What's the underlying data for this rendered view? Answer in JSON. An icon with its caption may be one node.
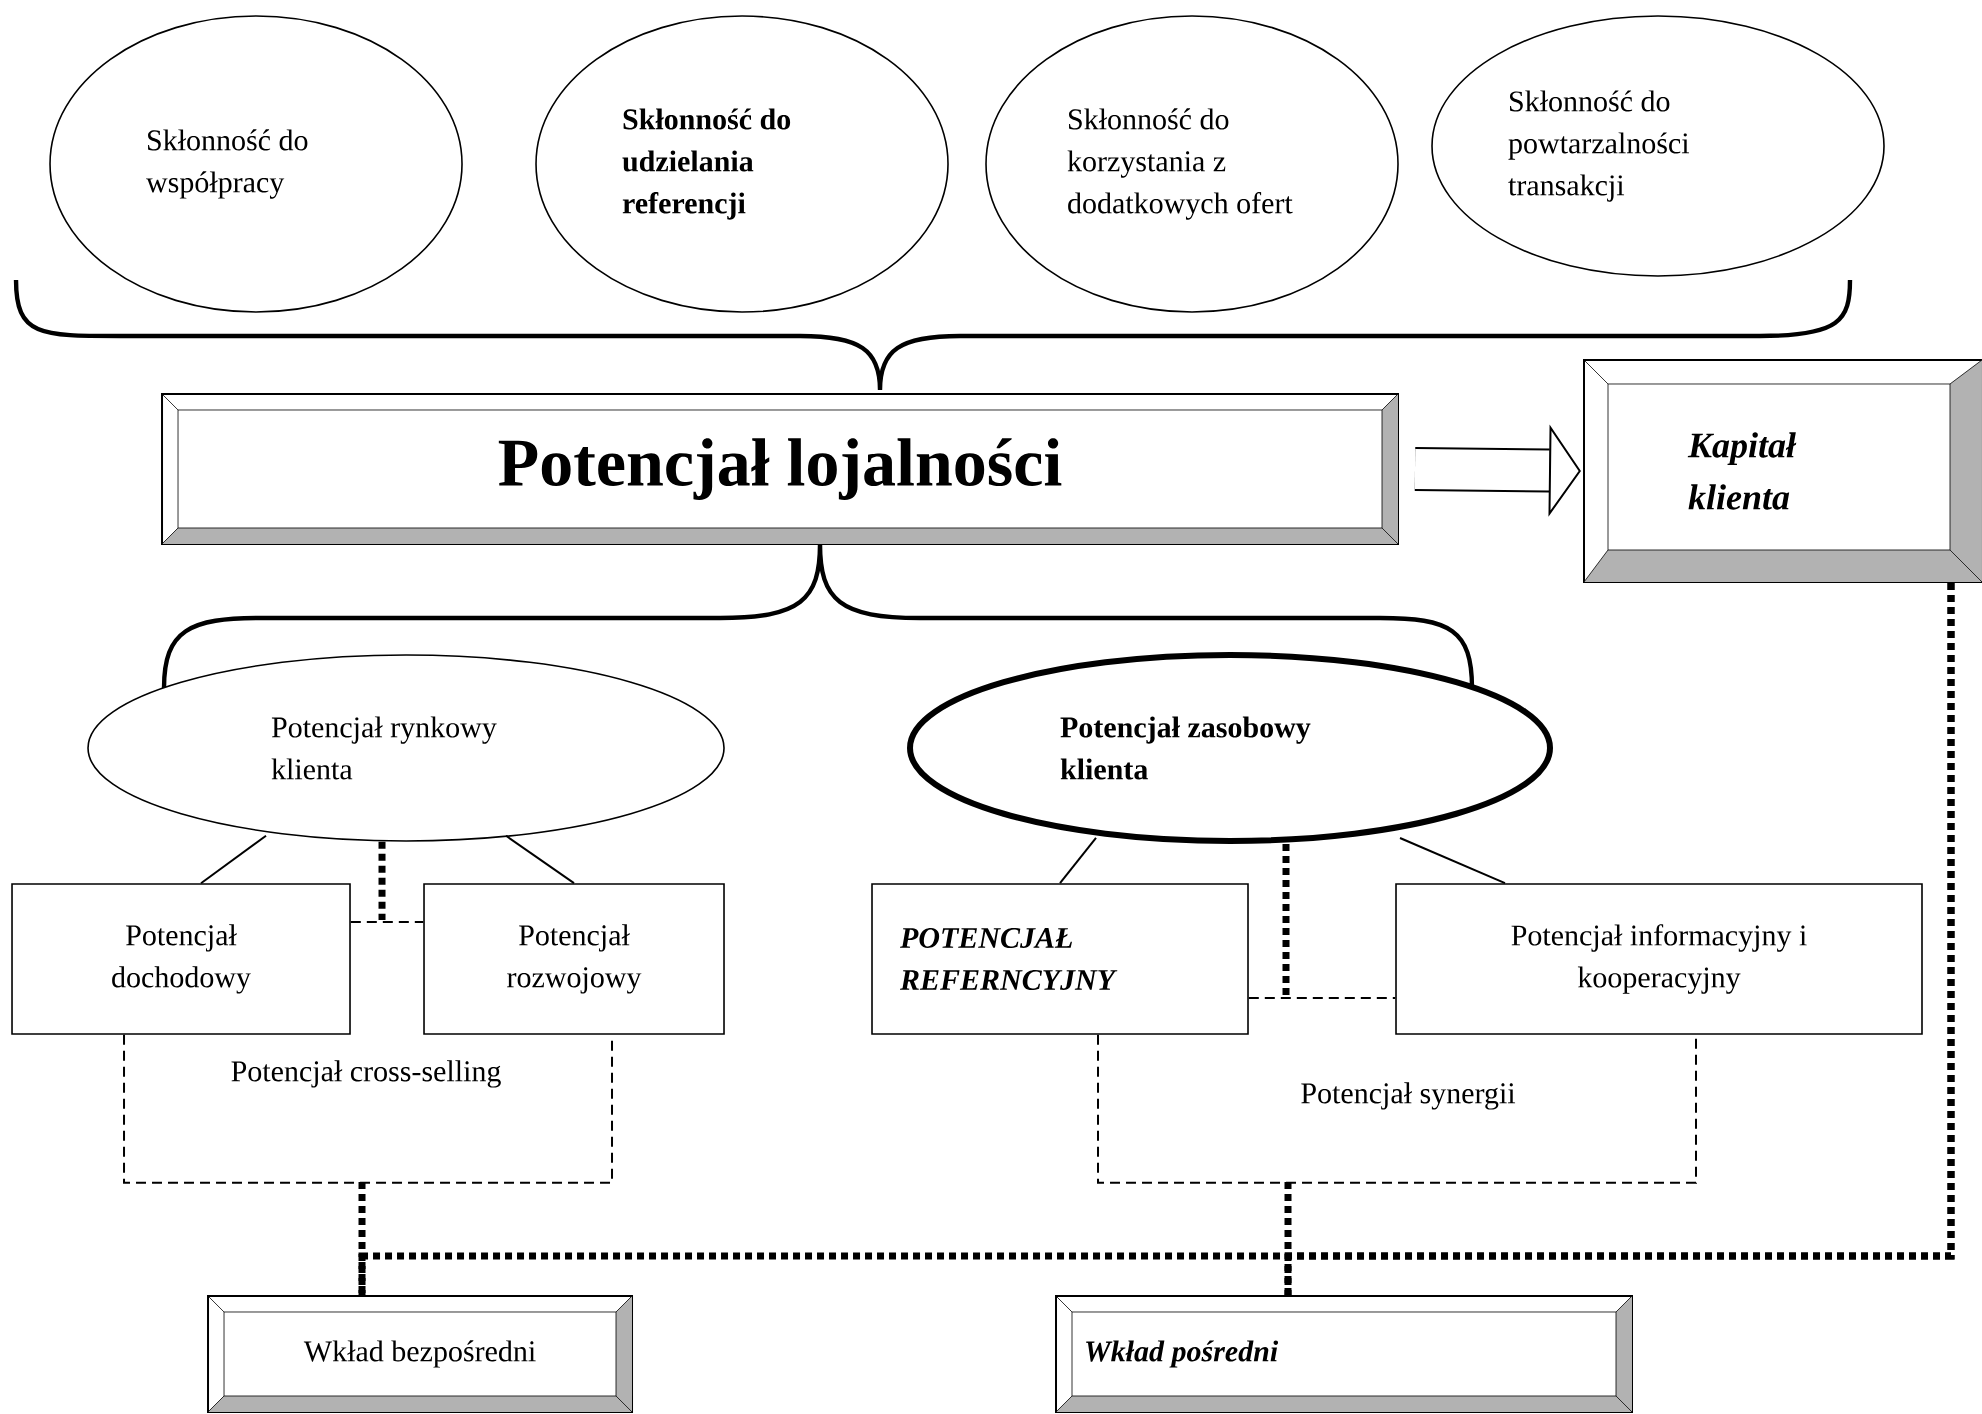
{
  "diagram": {
    "nodes": [
      {
        "text": [
          "Skłonność do współpracy"
        ]
      },
      {
        "text": [
          "Skłonność do udzielania referencji"
        ]
      },
      {
        "text": [
          "Skłonność do korzystania z dodatkowych ofert"
        ]
      },
      {
        "text": [
          "Skłonność do powtarzalności transakcji"
        ]
      },
      {
        "text": [
          "Potencjał lojalności"
        ]
      },
      {
        "text": [
          "Kapitał klienta"
        ]
      },
      {
        "text": [
          "Potencjał rynkowy klienta"
        ]
      },
      {
        "text": [
          "Potencjał zasobowy klienta"
        ]
      },
      {
        "text": [
          "Potencjał dochodowy"
        ]
      },
      {
        "text": [
          "Potencjał rozwojowy"
        ]
      },
      {
        "text": [
          "POTENCJAŁ REFERNCYJNY"
        ]
      },
      {
        "text": [
          "Potencjał informacyjny i kooperacyjny"
        ]
      },
      {
        "text": [
          "Wkład bezpośredni"
        ]
      },
      {
        "text": [
          "Wkład pośredni"
        ]
      }
    ],
    "edges": [
      {
        "from": 6,
        "to": 8,
        "arrow": "none"
      },
      {
        "from": 6,
        "to": 9,
        "arrow": "none"
      },
      {
        "from": 6,
        "to": null,
        "arrow": "none",
        "style": "dashed"
      },
      {
        "from": 8,
        "to": 9,
        "arrow": "none",
        "style": "dashed"
      },
      {
        "from": 8,
        "to": 9,
        "arrow": "none",
        "style": "dashed",
        "label": "Potencjał cross-selling"
      },
      {
        "from": 7,
        "to": 10,
        "arrow": "none"
      },
      {
        "from": 7,
        "to": 11,
        "arrow": "none"
      },
      {
        "from": 7,
        "to": null,
        "arrow": "none",
        "style": "dashed"
      },
      {
        "from": 10,
        "to": 11,
        "arrow": "none",
        "style": "dashed"
      },
      {
        "from": 10,
        "to": 11,
        "arrow": "none",
        "style": "dashed",
        "label": "Potencjał synergii"
      },
      {
        "from": null,
        "to": 12,
        "arrow": "none",
        "style": "dashed"
      },
      {
        "from": null,
        "to": 13,
        "arrow": "none",
        "style": "dashed"
      },
      {
        "from": 5,
        "to": 12,
        "arrow": "none",
        "style": "dashed"
      },
      {
        "from": 5,
        "to": 13,
        "arrow": "none",
        "style": "dashed"
      },
      {
        "from": 4,
        "to": 5,
        "arrow": "to",
        "style": "thick"
      }
    ]
  }
}
